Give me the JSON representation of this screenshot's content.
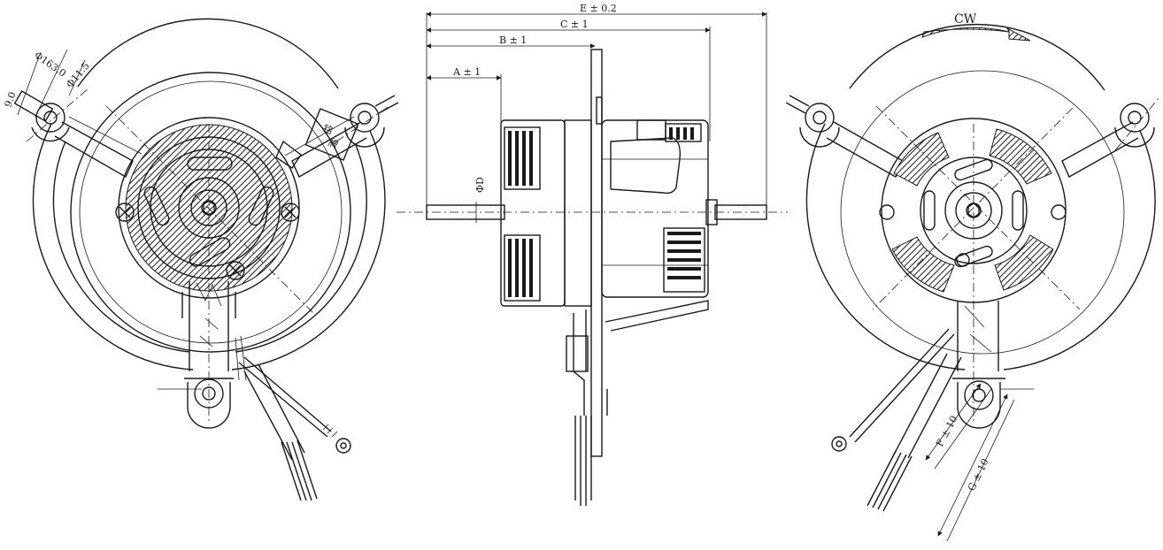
{
  "dimensions": {
    "e": "E ± 0.2",
    "c": "C ± 1",
    "b": "B ± 1",
    "a": "A ± 1",
    "d": "ΦD",
    "f": "F ± 10",
    "g": "G ± 10",
    "d163": "Φ163.0",
    "d115": "Φ11.5",
    "d90": "9.0"
  },
  "rotation": {
    "label": "CW"
  },
  "labels": {
    "tag1": "铭",
    "tag2": "牌"
  }
}
